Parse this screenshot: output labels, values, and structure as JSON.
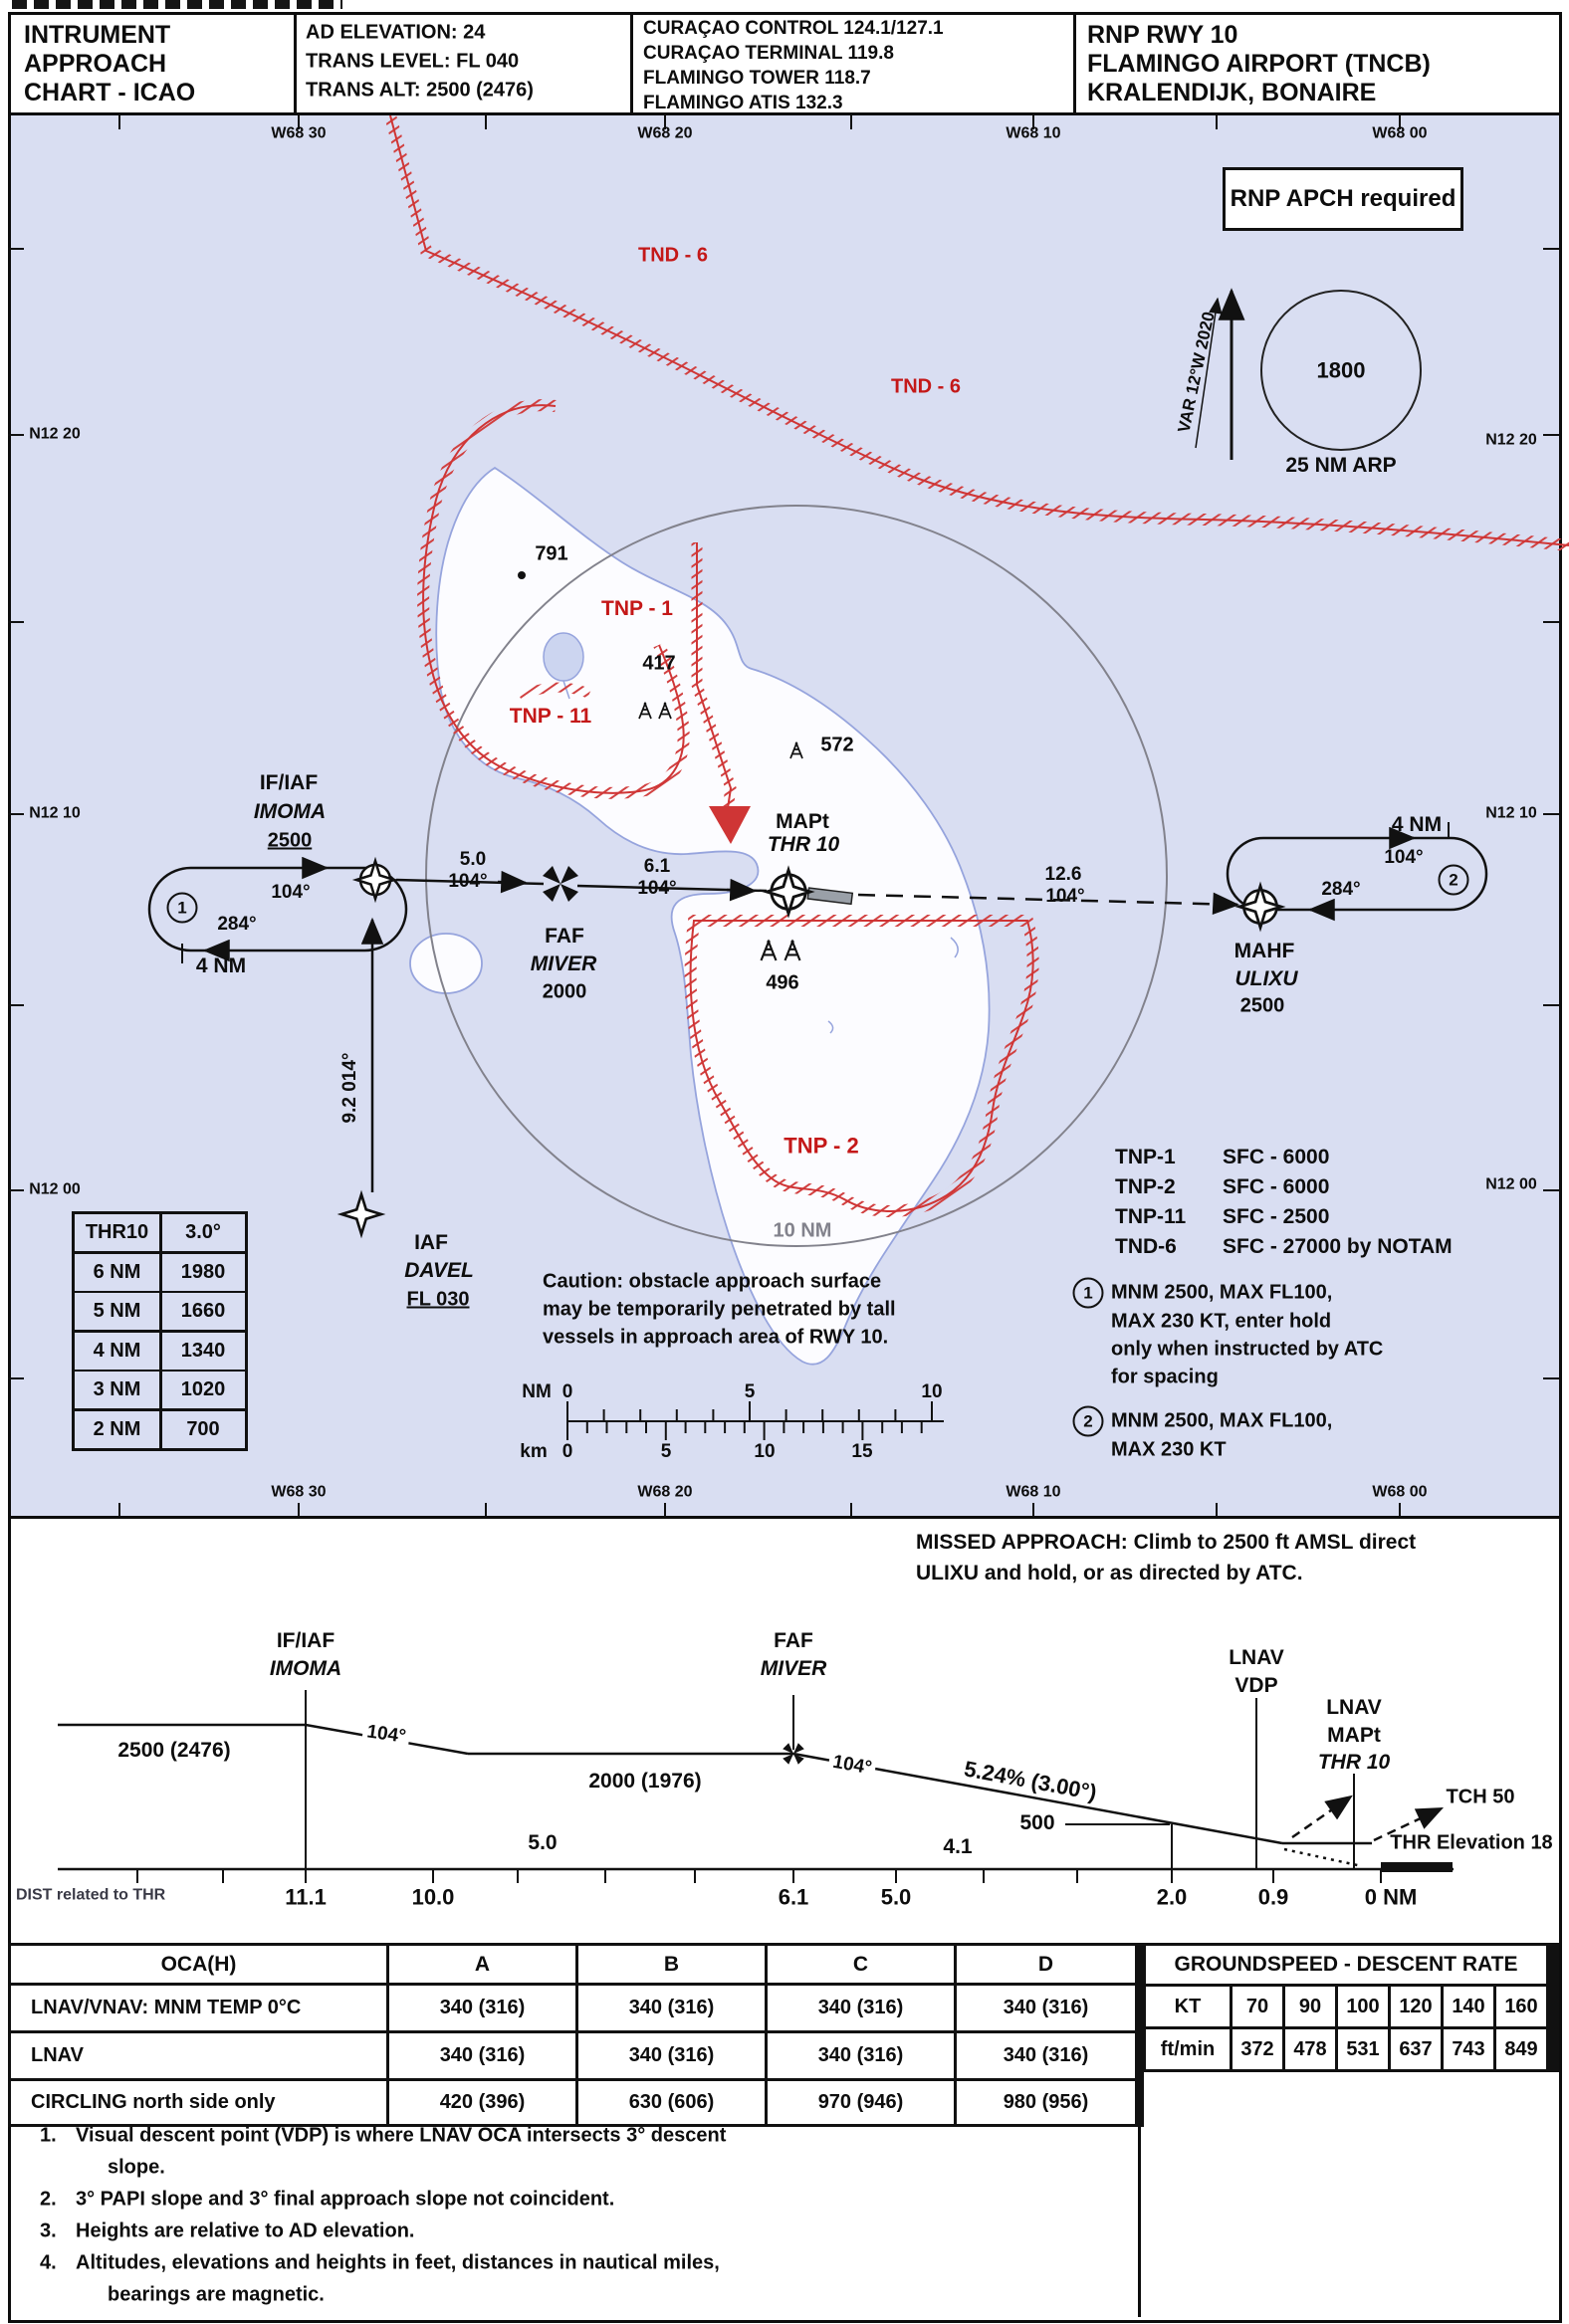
{
  "header": {
    "title": [
      "INTRUMENT",
      "APPROACH",
      "CHART - ICAO"
    ],
    "elevation": [
      "AD ELEVATION: 24",
      "TRANS LEVEL: FL 040",
      "TRANS ALT: 2500 (2476)"
    ],
    "frequencies": [
      "CURAÇAO CONTROL 124.1/127.1",
      "CURAÇAO TERMINAL 119.8",
      "FLAMINGO TOWER 118.7",
      "FLAMINGO ATIS 132.3"
    ],
    "procedure": [
      "RNP RWY 10",
      "FLAMINGO AIRPORT (TNCB)",
      "KRALENDIJK, BONAIRE"
    ]
  },
  "map": {
    "rnp_required": "RNP APCH required",
    "variation": "VAR 12°W 2020",
    "msa_value": "1800",
    "msa_radius": "25 NM ARP",
    "ring_label": "10 NM",
    "lon_labels": [
      "W68 30",
      "W68 20",
      "W68 10",
      "W68 00"
    ],
    "lat_labels": [
      "N12 20",
      "N12 10",
      "N12 00"
    ],
    "areas": {
      "tnd6": "TND - 6",
      "tnp1": "TNP - 1",
      "tnp11": "TNP - 11",
      "tnp2": "TNP - 2"
    },
    "spot_heights": {
      "h791": "791",
      "h417": "417",
      "h572": "572",
      "h496": "496"
    },
    "fixes": {
      "imoma": {
        "role": "IF/IAF",
        "name": "IMOMA",
        "alt": "2500"
      },
      "miver": {
        "role": "FAF",
        "name": "MIVER",
        "alt": "2000"
      },
      "mapt": {
        "role": "MAPt",
        "name": "THR 10"
      },
      "ulixu": {
        "role": "MAHF",
        "name": "ULIXU",
        "alt": "2500"
      },
      "davel": {
        "role": "IAF",
        "name": "DAVEL",
        "alt": "FL 030"
      }
    },
    "legs": {
      "imoma_miver_dist": "5.0",
      "imoma_miver_crs": "104°",
      "miver_mapt_dist": "6.1",
      "miver_mapt_crs": "104°",
      "mapt_ulixu_dist": "12.6",
      "mapt_ulixu_crs": "104°",
      "davel_imoma": "9.2 014°"
    },
    "hold_left": {
      "number": "1",
      "inbound": "104°",
      "outbound": "284°",
      "leg": "4 NM"
    },
    "hold_right": {
      "number": "2",
      "inbound": "104°",
      "outbound": "284°",
      "leg": "4 NM"
    },
    "thr_table": {
      "header": [
        "THR10",
        "3.0°"
      ],
      "rows": [
        [
          "6 NM",
          "1980"
        ],
        [
          "5 NM",
          "1660"
        ],
        [
          "4 NM",
          "1340"
        ],
        [
          "3 NM",
          "1020"
        ],
        [
          "2 NM",
          "700"
        ]
      ]
    },
    "caution": [
      "Caution: obstacle approach surface",
      "may be temporarily penetrated by tall",
      "vessels in approach area of RWY 10."
    ],
    "scale": {
      "nm_unit": "NM",
      "nm": [
        "0",
        "5",
        "10"
      ],
      "km_unit": "km",
      "km": [
        "0",
        "5",
        "10",
        "15"
      ]
    },
    "tnp_table": [
      {
        "name": "TNP-1",
        "limits": "SFC - 6000"
      },
      {
        "name": "TNP-2",
        "limits": "SFC - 6000"
      },
      {
        "name": "TNP-11",
        "limits": "SFC - 2500"
      },
      {
        "name": "TND-6",
        "limits": "SFC - 27000 by NOTAM"
      }
    ],
    "hold_note_1": {
      "number": "1",
      "lines": [
        "MNM 2500, MAX FL100,",
        "MAX 230 KT, enter hold",
        "only when instructed by ATC",
        "for spacing"
      ]
    },
    "hold_note_2": {
      "number": "2",
      "lines": [
        "MNM 2500, MAX FL100,",
        "MAX 230 KT"
      ]
    }
  },
  "profile": {
    "missed_approach": [
      "MISSED APPROACH: Climb to 2500 ft AMSL direct",
      "ULIXU and hold, or as directed by ATC."
    ],
    "imoma": [
      "IF/IAF",
      "IMOMA"
    ],
    "miver": [
      "FAF",
      "MIVER"
    ],
    "vdp": [
      "LNAV",
      "VDP"
    ],
    "mapt": [
      "LNAV",
      "MAPt",
      "THR 10"
    ],
    "alt_initial": "2500 (2476)",
    "alt_intermediate": "2000 (1976)",
    "course_1": "104°",
    "course_2": "104°",
    "gradient": "5.24% (3.00°)",
    "alt_500": "500",
    "seg_1": "5.0",
    "seg_2": "4.1",
    "tch": "TCH 50",
    "thr_elevation": "THR Elevation 18",
    "dist_label": "DIST related to THR",
    "dist_values": [
      "11.1",
      "10.0",
      "6.1",
      "5.0",
      "2.0",
      "0.9",
      "0 NM"
    ]
  },
  "oca": {
    "headers": [
      "OCA(H)",
      "A",
      "B",
      "C",
      "D"
    ],
    "rows": [
      {
        "label": "LNAV/VNAV: MNM TEMP 0°C",
        "values": [
          "340 (316)",
          "340 (316)",
          "340 (316)",
          "340 (316)"
        ]
      },
      {
        "label": "LNAV",
        "values": [
          "340 (316)",
          "340 (316)",
          "340 (316)",
          "340 (316)"
        ]
      },
      {
        "label": "CIRCLING north side only",
        "values": [
          "420 (396)",
          "630 (606)",
          "970 (946)",
          "980 (956)"
        ]
      }
    ]
  },
  "descent_rate": {
    "title": "GROUNDSPEED - DESCENT RATE",
    "kt_label": "KT",
    "kt": [
      "70",
      "90",
      "100",
      "120",
      "140",
      "160"
    ],
    "fpm_label": "ft/min",
    "fpm": [
      "372",
      "478",
      "531",
      "637",
      "743",
      "849"
    ]
  },
  "notes": [
    {
      "number": "1.",
      "lines": [
        "Visual descent point (VDP) is where LNAV OCA intersects 3° descent",
        "slope."
      ]
    },
    {
      "number": "2.",
      "lines": [
        "3° PAPI slope and 3° final approach slope not coincident."
      ]
    },
    {
      "number": "3.",
      "lines": [
        "Heights are relative to AD elevation."
      ]
    },
    {
      "number": "4.",
      "lines": [
        "Altitudes, elevations and heights in feet, distances in nautical miles,",
        "bearings are magnetic."
      ]
    }
  ]
}
